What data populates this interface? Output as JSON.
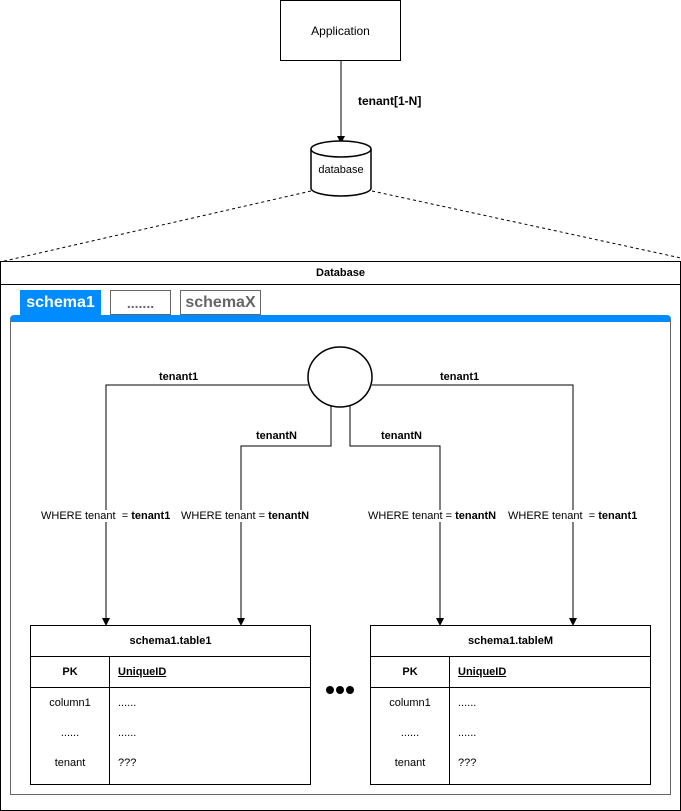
{
  "application": {
    "label": "Application"
  },
  "app_to_db_edge": {
    "label": "tenant[1-N]"
  },
  "database_node": {
    "label": "database"
  },
  "container": {
    "title": "Database"
  },
  "schema_tabs": [
    {
      "label": "schema1",
      "active": true
    },
    {
      "label": ".......",
      "active": false
    },
    {
      "label": "schemaX",
      "active": false
    }
  ],
  "colors": {
    "accent": "#008cff",
    "tab_inactive_text": "#666666",
    "border": "#000000",
    "panel_border": "#666666"
  },
  "router_edges": [
    {
      "label": "tenant1",
      "condition_prefix": "WHERE tenant  = ",
      "condition_value": "tenant1",
      "target": "schema1.table1"
    },
    {
      "label": "tenantN",
      "condition_prefix": "WHERE tenant = ",
      "condition_value": "tenantN",
      "target": "schema1.table1"
    },
    {
      "label": "tenantN",
      "condition_prefix": "WHERE tenant = ",
      "condition_value": "tenantN",
      "target": "schema1.tableM"
    },
    {
      "label": "tenant1",
      "condition_prefix": "WHERE tenant  = ",
      "condition_value": "tenant1",
      "target": "schema1.tableM"
    }
  ],
  "tables": [
    {
      "title": "schema1.table1",
      "header": {
        "key": "PK",
        "name": "UniqueID"
      },
      "rows": [
        {
          "key": "column1",
          "value": "......"
        },
        {
          "key": "......",
          "value": "......"
        },
        {
          "key": "tenant",
          "value": "???"
        }
      ]
    },
    {
      "title": "schema1.tableM",
      "header": {
        "key": "PK",
        "name": "UniqueID"
      },
      "rows": [
        {
          "key": "column1",
          "value": "......"
        },
        {
          "key": "......",
          "value": "......"
        },
        {
          "key": "tenant",
          "value": "???"
        }
      ]
    }
  ],
  "ellipsis_icon": "more-horizontal-icon"
}
